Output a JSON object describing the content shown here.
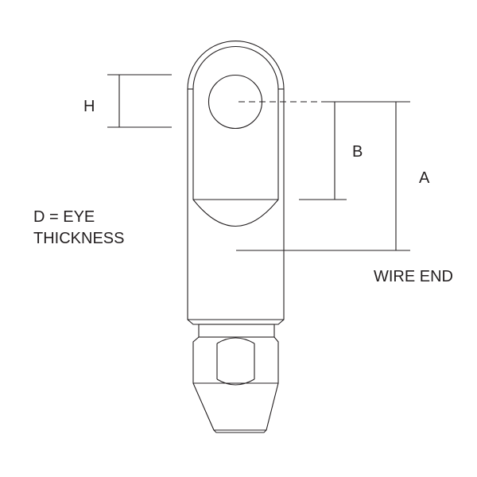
{
  "labels": {
    "h": "H",
    "b": "B",
    "a": "A",
    "d_line1": "D = EYE",
    "d_line2": "THICKNESS",
    "wire_end": "WIRE END"
  },
  "colors": {
    "line": "#231f20",
    "background": "#ffffff"
  }
}
